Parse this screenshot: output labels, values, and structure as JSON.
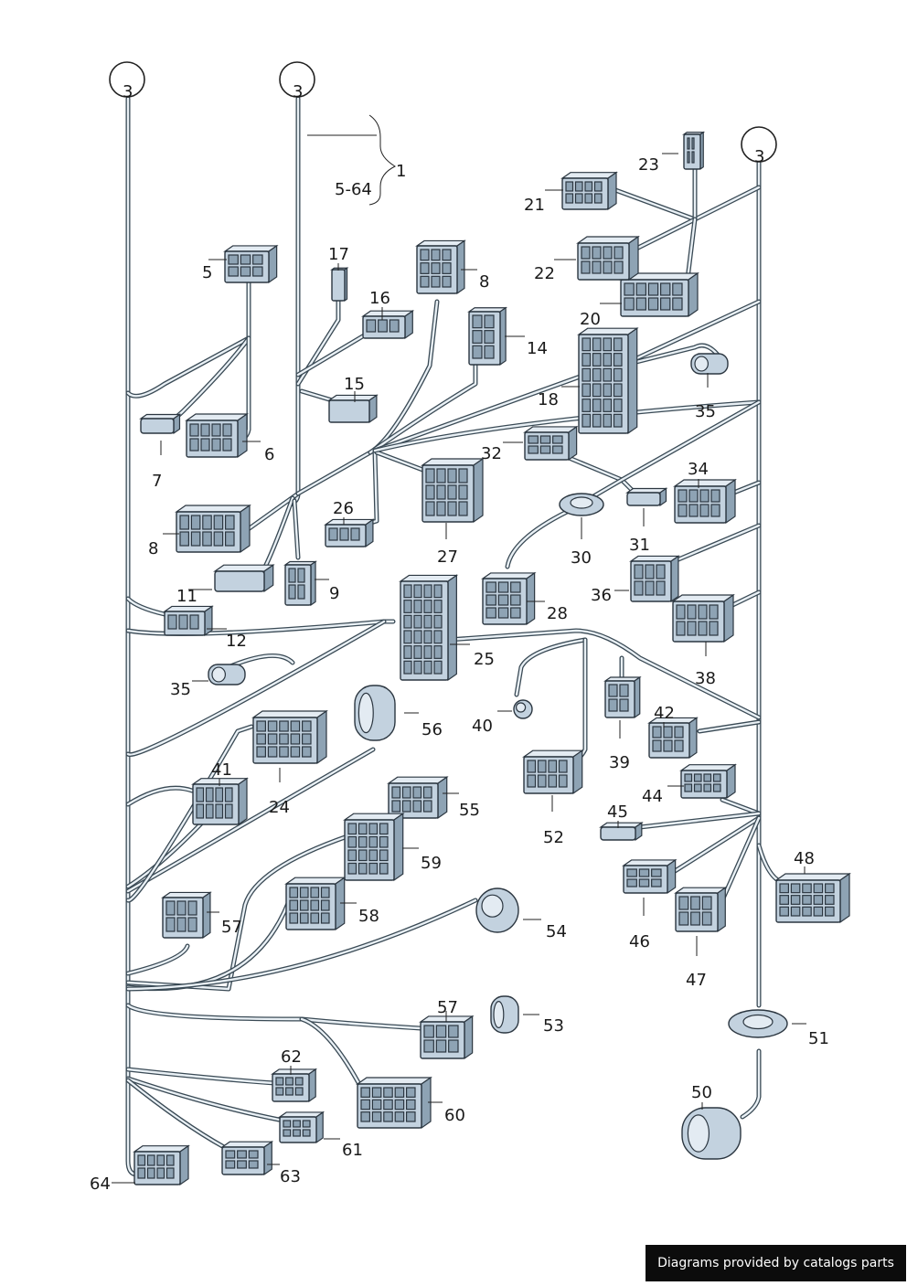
{
  "refs": [
    "3",
    "3",
    "3"
  ],
  "bracket": {
    "number": "1",
    "range": "5-64"
  },
  "parts": [
    {
      "id": "p5",
      "label": "5"
    },
    {
      "id": "p6",
      "label": "6"
    },
    {
      "id": "p7",
      "label": "7"
    },
    {
      "id": "p8a",
      "label": "8"
    },
    {
      "id": "p8b",
      "label": "8"
    },
    {
      "id": "p9",
      "label": "9"
    },
    {
      "id": "p11",
      "label": "11"
    },
    {
      "id": "p12",
      "label": "12"
    },
    {
      "id": "p14",
      "label": "14"
    },
    {
      "id": "p15",
      "label": "15"
    },
    {
      "id": "p16",
      "label": "16"
    },
    {
      "id": "p17",
      "label": "17"
    },
    {
      "id": "p18",
      "label": "18"
    },
    {
      "id": "p20",
      "label": "20"
    },
    {
      "id": "p21",
      "label": "21"
    },
    {
      "id": "p22",
      "label": "22"
    },
    {
      "id": "p23",
      "label": "23"
    },
    {
      "id": "p24",
      "label": "24"
    },
    {
      "id": "p25",
      "label": "25"
    },
    {
      "id": "p26",
      "label": "26"
    },
    {
      "id": "p27",
      "label": "27"
    },
    {
      "id": "p28",
      "label": "28"
    },
    {
      "id": "p30",
      "label": "30"
    },
    {
      "id": "p31",
      "label": "31"
    },
    {
      "id": "p32",
      "label": "32"
    },
    {
      "id": "p34",
      "label": "34"
    },
    {
      "id": "p35a",
      "label": "35"
    },
    {
      "id": "p35b",
      "label": "35"
    },
    {
      "id": "p36",
      "label": "36"
    },
    {
      "id": "p38",
      "label": "38"
    },
    {
      "id": "p39",
      "label": "39"
    },
    {
      "id": "p40",
      "label": "40"
    },
    {
      "id": "p41",
      "label": "41"
    },
    {
      "id": "p42",
      "label": "42"
    },
    {
      "id": "p44",
      "label": "44"
    },
    {
      "id": "p45",
      "label": "45"
    },
    {
      "id": "p46",
      "label": "46"
    },
    {
      "id": "p47",
      "label": "47"
    },
    {
      "id": "p48",
      "label": "48"
    },
    {
      "id": "p50",
      "label": "50"
    },
    {
      "id": "p51",
      "label": "51"
    },
    {
      "id": "p52",
      "label": "52"
    },
    {
      "id": "p53",
      "label": "53"
    },
    {
      "id": "p54",
      "label": "54"
    },
    {
      "id": "p55",
      "label": "55"
    },
    {
      "id": "p56",
      "label": "56"
    },
    {
      "id": "p57a",
      "label": "57"
    },
    {
      "id": "p57b",
      "label": "57"
    },
    {
      "id": "p58",
      "label": "58"
    },
    {
      "id": "p59",
      "label": "59"
    },
    {
      "id": "p60",
      "label": "60"
    },
    {
      "id": "p61",
      "label": "61"
    },
    {
      "id": "p62",
      "label": "62"
    },
    {
      "id": "p63",
      "label": "63"
    },
    {
      "id": "p64",
      "label": "64"
    }
  ],
  "credit": "Diagrams provided by catalogs parts"
}
